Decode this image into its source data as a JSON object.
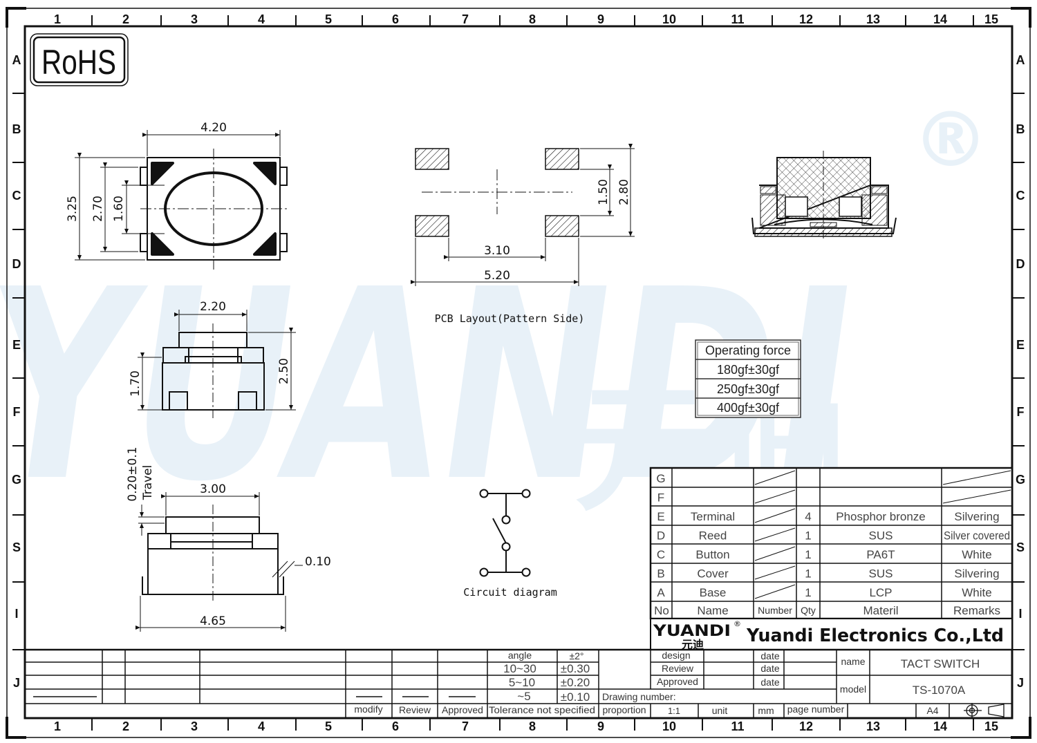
{
  "zones": {
    "columns": [
      "1",
      "2",
      "3",
      "4",
      "5",
      "6",
      "7",
      "8",
      "9",
      "10",
      "11",
      "12",
      "13",
      "14",
      "15"
    ],
    "rows": [
      "A",
      "B",
      "C",
      "D",
      "E",
      "F",
      "G",
      "S",
      "I",
      "J"
    ]
  },
  "rohs": "RoHS",
  "watermark": {
    "text": "YUANDI",
    "cn": "元迪",
    "mark": "®"
  },
  "top_view": {
    "width": "4.20",
    "h1": "3.25",
    "h2": "2.70",
    "h3": "1.60"
  },
  "pcb": {
    "d1": "1.50",
    "d2": "2.80",
    "d3": "3.10",
    "d4": "5.20",
    "caption": "PCB  Layout(Pattern  Side)"
  },
  "side_view": {
    "top_width": "2.20",
    "h1": "1.70",
    "h2": "2.50"
  },
  "front_view": {
    "travel_value": "0.20±0.1",
    "travel_label": "Travel",
    "top_width": "3.00",
    "gap": "0.10",
    "width": "4.65"
  },
  "circuit_caption": "Circuit  diagram",
  "operating_force": {
    "header": "Operating force",
    "values": [
      "180gf±30gf",
      "250gf±30gf",
      "400gf±30gf"
    ]
  },
  "bom": {
    "rows": [
      {
        "no": "G",
        "name": "",
        "qty": "",
        "material": "",
        "remarks": ""
      },
      {
        "no": "F",
        "name": "",
        "qty": "",
        "material": "",
        "remarks": ""
      },
      {
        "no": "E",
        "name": "Terminal",
        "qty": "4",
        "material": "Phosphor bronze",
        "remarks": "Silvering"
      },
      {
        "no": "D",
        "name": "Reed",
        "qty": "1",
        "material": "SUS",
        "remarks": "Silver covered"
      },
      {
        "no": "C",
        "name": "Button",
        "qty": "1",
        "material": "PA6T",
        "remarks": "White"
      },
      {
        "no": "B",
        "name": "Cover",
        "qty": "1",
        "material": "SUS",
        "remarks": "Silvering"
      },
      {
        "no": "A",
        "name": "Base",
        "qty": "1",
        "material": "LCP",
        "remarks": "White"
      }
    ],
    "header": {
      "no": "No",
      "name": "Name",
      "number": "Number",
      "qty": "Qty",
      "material": "Materil",
      "remarks": "Remarks"
    }
  },
  "company": {
    "logo": "YUANDI",
    "logo_cn": "元迪",
    "reg": "®",
    "name": "Yuandi Electronics Co.,Ltd"
  },
  "title_block": {
    "angle_label": "angle",
    "angle_tol": "±2°",
    "tol_rows": [
      {
        "range": "10~30",
        "tol": "±0.30"
      },
      {
        "range": "5~10",
        "tol": "±0.20"
      },
      {
        "range": "~5",
        "tol": "±0.10"
      }
    ],
    "modify": "modify",
    "review": "Review",
    "approved": "Approved",
    "tol_not_spec": "Tolerance not specified",
    "design": "design",
    "review2": "Review",
    "approved2": "Approved",
    "date": "date",
    "name_label": "name",
    "name_value": "TACT SWITCH",
    "model_label": "model",
    "model_value": "TS-1070A",
    "drawing_number": "Drawing number:",
    "proportion": "proportion",
    "scale": "1:1",
    "unit": "unit",
    "unit_value": "mm",
    "page_number": "page number",
    "paper": "A4"
  }
}
